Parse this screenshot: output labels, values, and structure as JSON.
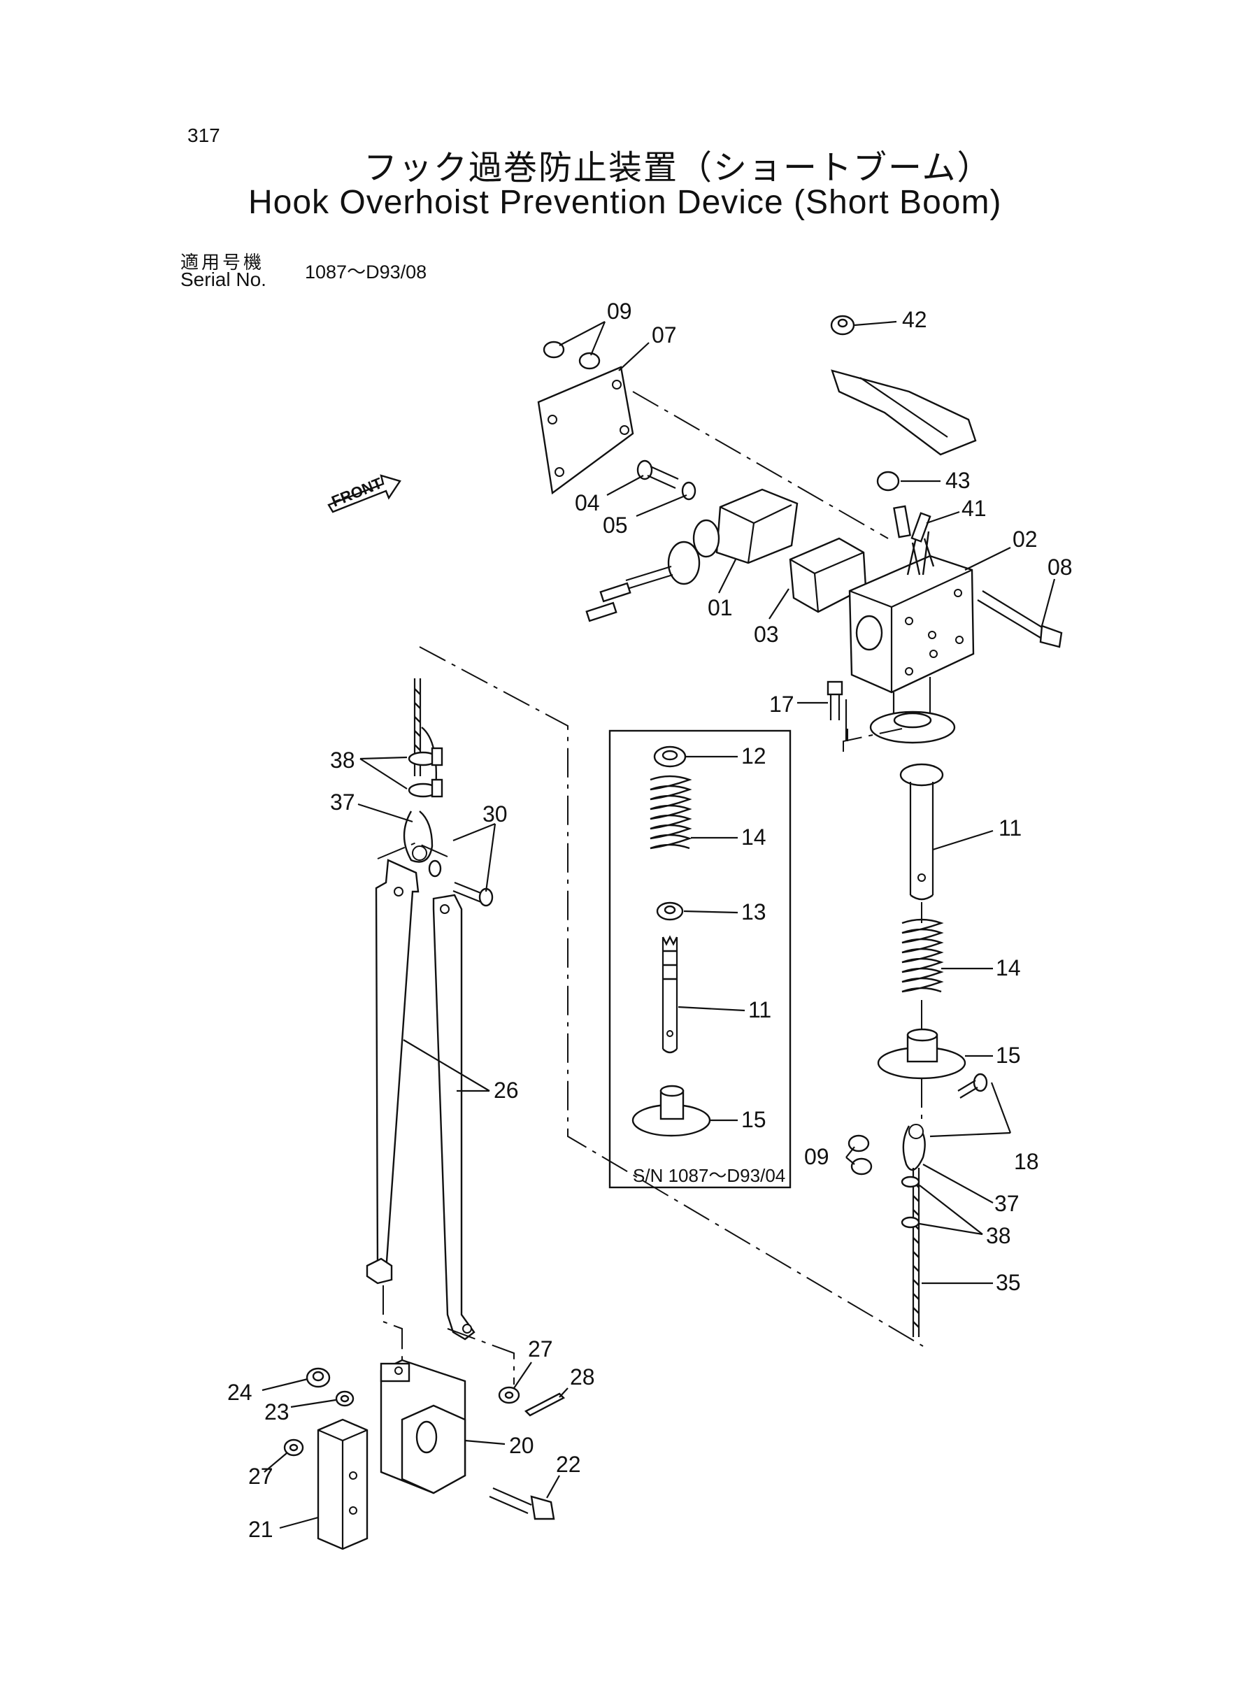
{
  "page_number": "317",
  "title_jp": "フック過巻防止装置（ショートブーム）",
  "title_en": "Hook Overhoist Prevention Device (Short Boom)",
  "serial_label_jp": "適用号機",
  "serial_label_en": "Serial No.",
  "serial_value": "1087～D93/08",
  "front_marker": "FRONT",
  "inset_note": "S/N 1087～D93/04",
  "part_labels": [
    "09",
    "07",
    "42",
    "43",
    "41",
    "04",
    "05",
    "02",
    "08",
    "01",
    "03",
    "17",
    "38",
    "37",
    "30",
    "12",
    "14",
    "13",
    "11",
    "11",
    "14",
    "15",
    "15",
    "26",
    "09",
    "18",
    "37",
    "38",
    "35",
    "27",
    "28",
    "24",
    "23",
    "20",
    "22",
    "27",
    "21"
  ]
}
